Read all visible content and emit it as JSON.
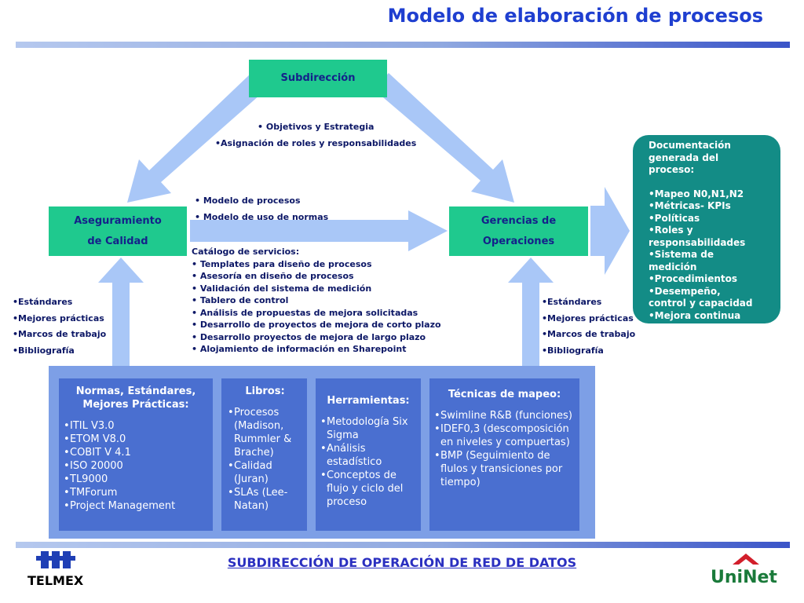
{
  "title": "Modelo de elaboración de procesos",
  "colors": {
    "green_box": "#1fc98e",
    "arrow": "#a9c7f7",
    "doc_box": "#138c86",
    "panel": "#7d9fe6",
    "card": "#4a6fd0",
    "title": "#1f3fd0"
  },
  "nodes": {
    "subdireccion": "Subdirección",
    "aseguramiento": [
      "Aseguramiento",
      "de Calidad"
    ],
    "gerencias": [
      "Gerencias de",
      "Operaciones"
    ]
  },
  "top_labels": [
    "• Objetivos y Estrategia",
    "•Asignación de roles y responsabilidades"
  ],
  "middle_labels": [
    "• Modelo de procesos",
    "• Modelo de uso de normas"
  ],
  "catalog": [
    "Catálogo de servicios:",
    "• Templates para diseño de procesos",
    "• Asesoría en diseño de procesos",
    "• Validación del sistema de medición",
    "• Tablero de control",
    "• Análisis de propuestas de mejora solicitadas",
    "• Desarrollo de proyectos de mejora de corto plazo",
    "• Desarrollo proyectos de mejora de largo plazo",
    "• Alojamiento de información en Sharepoint"
  ],
  "left_inputs": [
    "•Estándares",
    "•Mejores prácticas",
    "•Marcos de trabajo",
    "•Bibliografía"
  ],
  "right_inputs": [
    "•Estándares",
    "•Mejores prácticas",
    "•Marcos de trabajo",
    "•Bibliografía"
  ],
  "documentation": [
    "Documentación",
    "generada del",
    "proceso:",
    "",
    "•Mapeo N0,N1,N2",
    "•Métricas- KPIs",
    "•Políticas",
    "•Roles y",
    "responsabilidades",
    "•Sistema de",
    "medición",
    "•Procedimientos",
    "•Desempeño,",
    "control y capacidad",
    "•Mejora continua"
  ],
  "cards": {
    "normas": {
      "heading": [
        "Normas, Estándares,",
        "Mejores Prácticas:"
      ],
      "items": [
        "ITIL V3.0",
        "ETOM V8.0",
        "COBIT V 4.1",
        "ISO 20000",
        "TL9000",
        "TMForum",
        "Project Management"
      ]
    },
    "libros": {
      "heading": [
        "Libros:"
      ],
      "items": [
        "Procesos (Madison, Rummler & Brache)",
        "Calidad (Juran)",
        "SLAs (Lee-Natan)"
      ]
    },
    "herramientas": {
      "heading": [
        "Herramientas:"
      ],
      "items": [
        "Metodología Six Sigma",
        "Análisis estadístico",
        "Conceptos de flujo y ciclo del proceso"
      ]
    },
    "tecnicas": {
      "heading": [
        "Técnicas de mapeo:"
      ],
      "items": [
        "Swimline R&B (funciones)",
        "IDEF0,3 (descomposición en niveles y compuertas)",
        "BMP (Seguimiento de flulos y transiciones por tiempo)"
      ]
    }
  },
  "footer": {
    "text": "SUBDIRECCIÓN DE OPERACIÓN DE RED DE DATOS",
    "left_logo": "TELMEX",
    "right_logo": "UniNet"
  }
}
